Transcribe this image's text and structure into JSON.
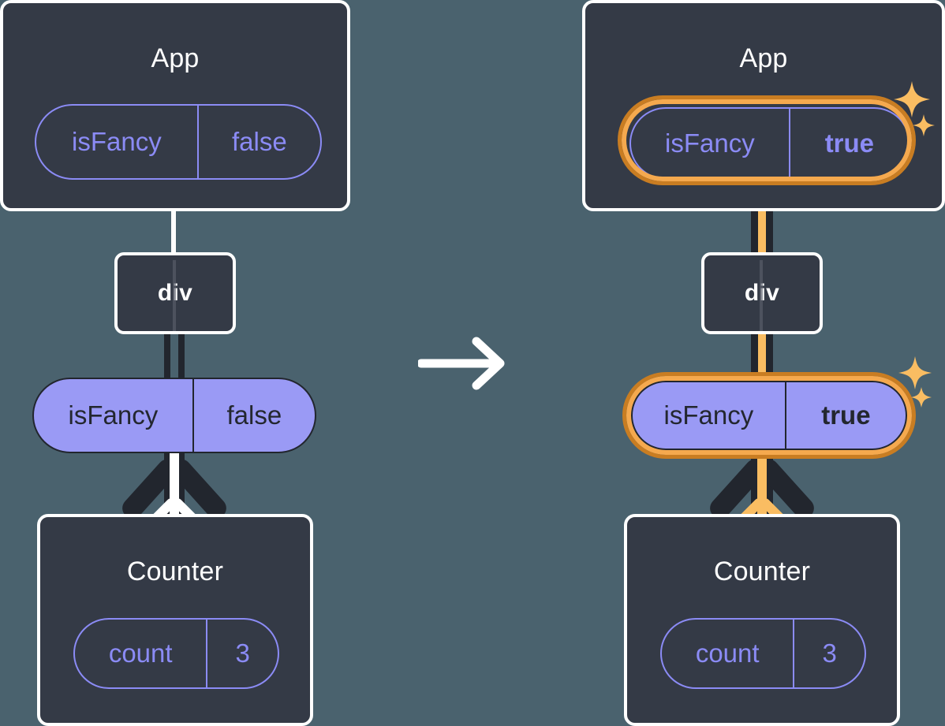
{
  "diagram": {
    "title": "React state propagation: isFancy false to true",
    "background_color": "#4a626e",
    "box_color": "#343a46",
    "pill_outline_color": "#8b8bf5",
    "pill_filled_color": "#9a9af5",
    "highlight_outer_color": "#c97d22",
    "highlight_inner_color": "#f5a94e",
    "sparkle_color": "#fabd62",
    "wire_white_color": "#ffffff",
    "wire_dark_color": "#22262e"
  },
  "transition": {
    "icon": "right-arrow-icon"
  },
  "left": {
    "app": {
      "title": "App",
      "state": {
        "key": "isFancy",
        "value": "false",
        "bold": false,
        "highlighted": false
      }
    },
    "div": {
      "label": "div"
    },
    "prop": {
      "key": "isFancy",
      "value": "false",
      "bold": false,
      "highlighted": false
    },
    "counter": {
      "title": "Counter",
      "state": {
        "key": "count",
        "value": "3",
        "bold": false,
        "highlighted": false
      }
    }
  },
  "right": {
    "app": {
      "title": "App",
      "state": {
        "key": "isFancy",
        "value": "true",
        "bold": true,
        "highlighted": true
      }
    },
    "div": {
      "label": "div"
    },
    "prop": {
      "key": "isFancy",
      "value": "true",
      "bold": true,
      "highlighted": true
    },
    "counter": {
      "title": "Counter",
      "state": {
        "key": "count",
        "value": "3",
        "bold": false,
        "highlighted": false
      }
    },
    "sparkles": [
      {
        "name": "sparkle-app-large"
      },
      {
        "name": "sparkle-app-small"
      },
      {
        "name": "sparkle-prop-large"
      },
      {
        "name": "sparkle-prop-small"
      }
    ]
  }
}
